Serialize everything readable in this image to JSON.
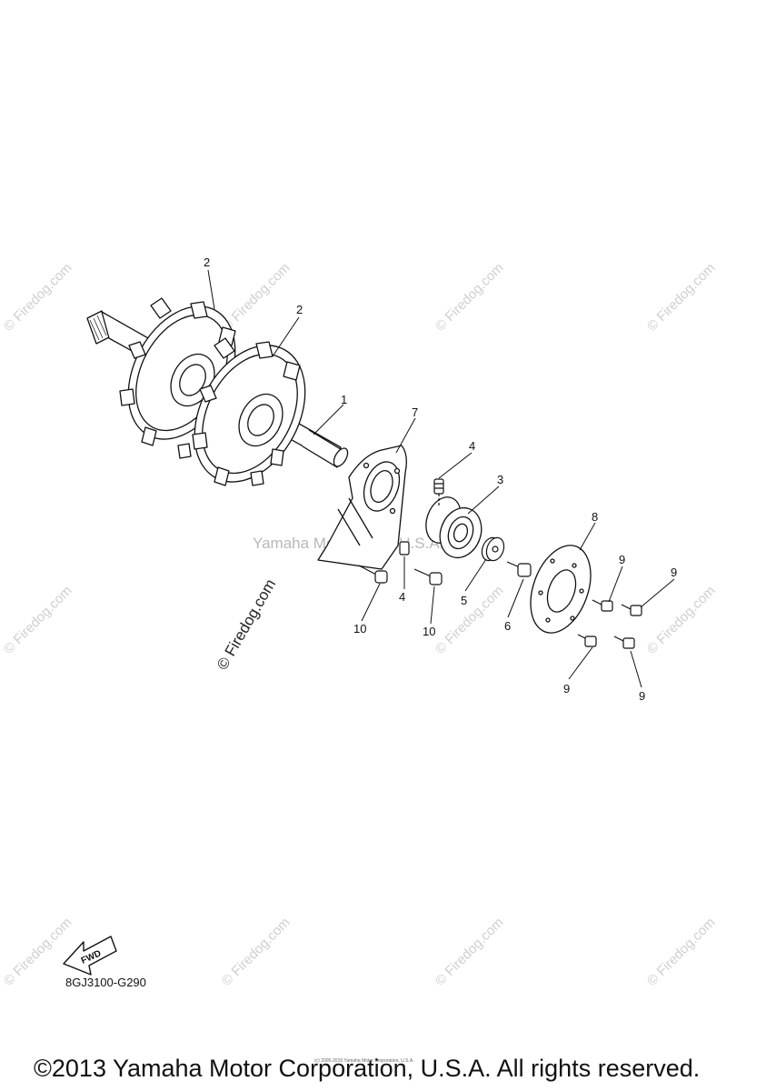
{
  "callouts": {
    "c1": "1",
    "c2a": "2",
    "c2b": "2",
    "c3": "3",
    "c4a": "4",
    "c4b": "4",
    "c5": "5",
    "c6": "6",
    "c7": "7",
    "c8": "8",
    "c9a": "9",
    "c9b": "9",
    "c9c": "9",
    "c9d": "9",
    "c10a": "10",
    "c10b": "10"
  },
  "watermarks": {
    "firedog": "© Firedog.com",
    "center": "Yamaha Motor Corp. U.S.A."
  },
  "fwd_label": "FWD",
  "diagram_code": "8GJ3100-G290",
  "tiny_copyright": "(c) 2005-2015 Yamaha Motor Corporation, U.S.A.",
  "copyright": "©2013 Yamaha Motor Corporation, U.S.A. All rights reserved.",
  "colors": {
    "line": "#111111",
    "watermark": "#cfcfcf"
  }
}
